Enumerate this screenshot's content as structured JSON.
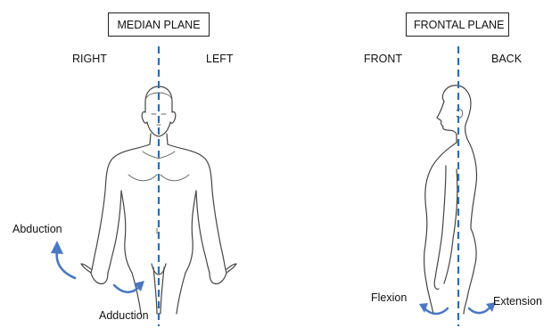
{
  "median": {
    "title": "MEDIAN PLANE",
    "side_right": "RIGHT",
    "side_left": "LEFT",
    "abduction_label": "Abduction",
    "adduction_label": "Adduction"
  },
  "frontal": {
    "title": "FRONTAL PLANE",
    "side_front": "FRONT",
    "side_back": "BACK",
    "flexion_label": "Flexion",
    "extension_label": "Extension"
  },
  "colors": {
    "plane_line": "#2d6eb5",
    "arrow": "#4a78c2",
    "outline": "#444444"
  }
}
